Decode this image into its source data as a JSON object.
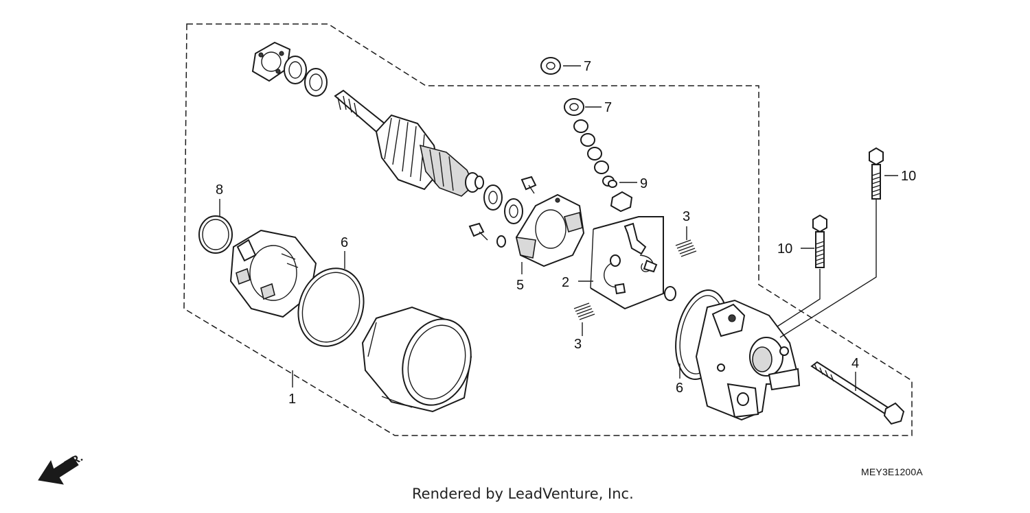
{
  "callouts": {
    "c1": "1",
    "c2": "2",
    "c3a": "3",
    "c3b": "3",
    "c4": "4",
    "c5": "5",
    "c6a": "6",
    "c6b": "6",
    "c7a": "7",
    "c7b": "7",
    "c8": "8",
    "c9": "9",
    "c10a": "10",
    "c10b": "10"
  },
  "front_marker": "FR.",
  "diagram_code": "MEY3E1200A",
  "credit": "Rendered by LeadVenture, Inc.",
  "icons": {
    "front_arrow": "arrow-left-down-icon"
  }
}
